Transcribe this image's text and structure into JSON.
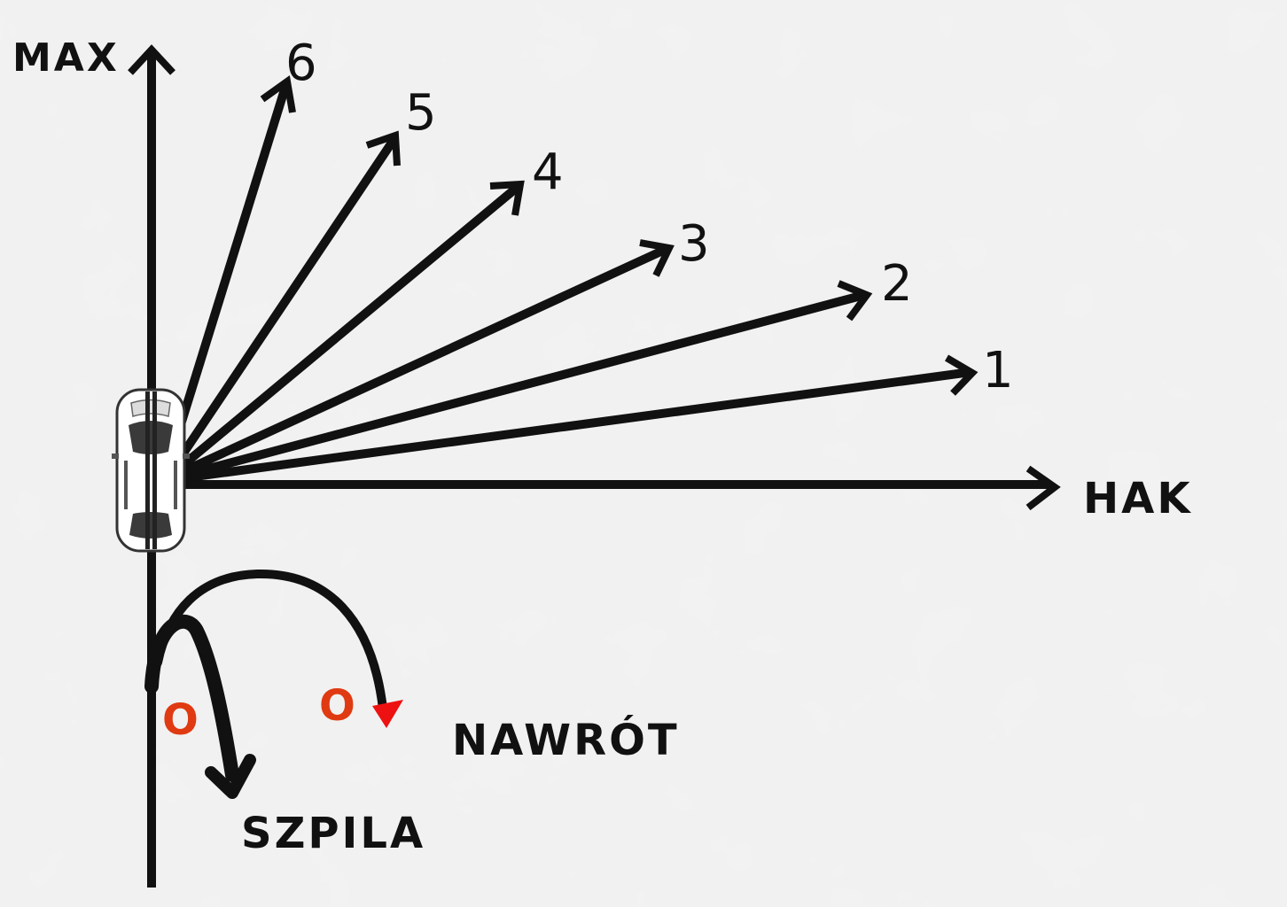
{
  "labels": {
    "max": "MAX",
    "hak": "HAK",
    "nawrot": "NAWRÓT",
    "szpila": "SZPILA"
  },
  "directions": [
    "1",
    "2",
    "3",
    "4",
    "5",
    "6"
  ],
  "cones": [
    "O",
    "O"
  ],
  "colors": {
    "ink": "#111111",
    "cone": "#e03a12",
    "arrowhead_red": "#ee1111",
    "paper": "#f1f1f1"
  }
}
